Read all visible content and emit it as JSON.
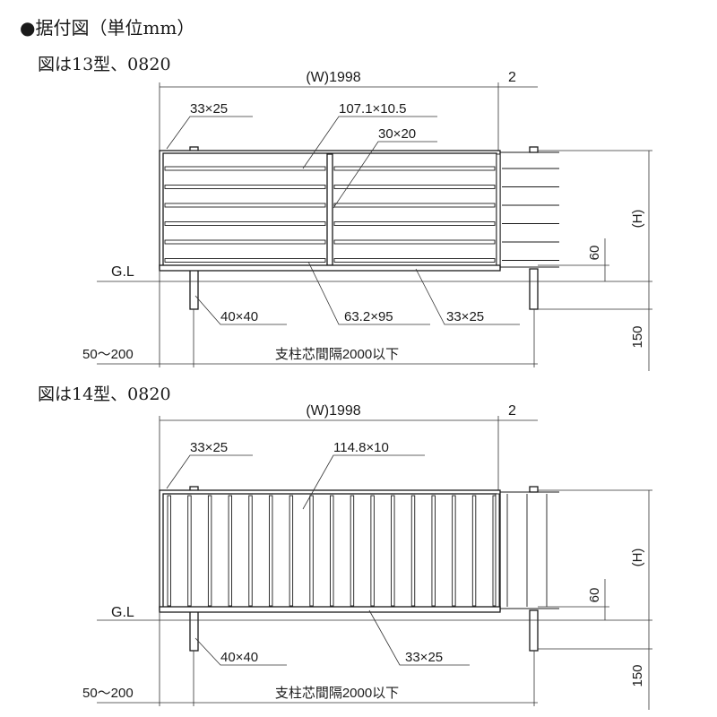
{
  "heading": "●据付図（単位mm）",
  "figures": [
    {
      "caption": "図は13型、0820",
      "width_label": "(W)1998",
      "gap_label": "2",
      "height_label": "(H)",
      "offset_60_label": "60",
      "base_150_label": "150",
      "gl_label": "G.L",
      "range_label": "50〜200",
      "spacing_label": "支柱芯間隔2000以下",
      "frame_label": "33×25",
      "slat_label": "107.1×10.5",
      "mullion_label": "30×20",
      "post_label": "40×40",
      "rail_label": "63.2×95",
      "bottom_label": "33×25"
    },
    {
      "caption": "図は14型、0820",
      "width_label": "(W)1998",
      "gap_label": "2",
      "height_label": "(H)",
      "offset_60_label": "60",
      "base_150_label": "150",
      "gl_label": "G.L",
      "range_label": "50〜200",
      "spacing_label": "支柱芯間隔2000以下",
      "frame_label": "33×25",
      "slat_label": "114.8×10",
      "post_label": "40×40",
      "bottom_label": "33×25"
    }
  ],
  "colors": {
    "line": "#1a1a1a",
    "background": "#ffffff"
  }
}
